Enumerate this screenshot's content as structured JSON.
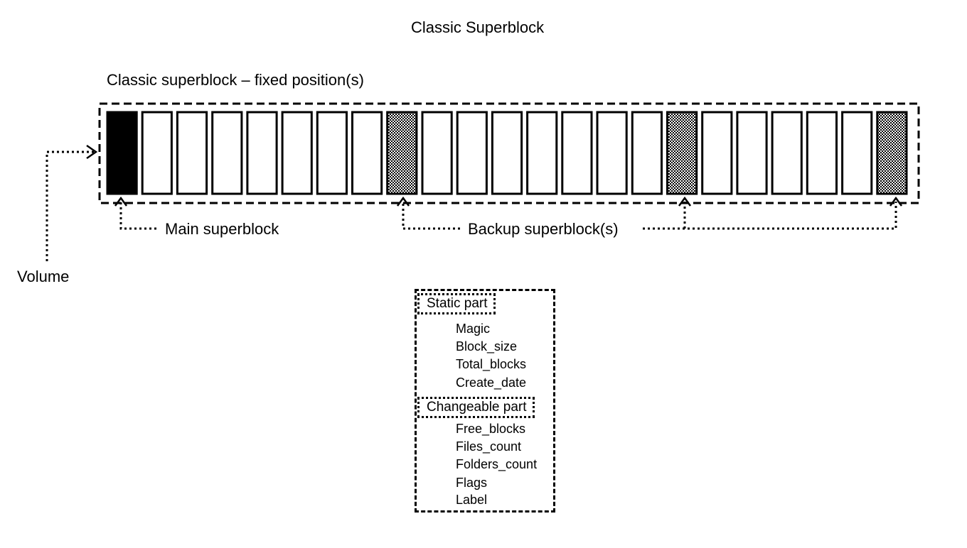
{
  "title": "Classic Superblock",
  "subtitle": "Classic superblock – fixed position(s)",
  "labels": {
    "volume": "Volume",
    "main_superblock": "Main superblock",
    "backup_superblocks": "Backup superblock(s)"
  },
  "volume_blocks": [
    "main",
    "empty",
    "empty",
    "empty",
    "empty",
    "empty",
    "empty",
    "empty",
    "backup",
    "empty",
    "empty",
    "empty",
    "empty",
    "empty",
    "empty",
    "empty",
    "backup",
    "empty",
    "empty",
    "empty",
    "empty",
    "empty",
    "backup"
  ],
  "superblock_structure": {
    "static_part": {
      "label": "Static part",
      "fields": [
        "Magic",
        "Block_size",
        "Total_blocks",
        "Create_date"
      ]
    },
    "changeable_part": {
      "label": "Changeable part",
      "fields": [
        "Free_blocks",
        "Files_count",
        "Folders_count",
        "Flags",
        "Label"
      ]
    }
  },
  "colors": {
    "main_block": "#000000",
    "backup_pattern": "dotted-hatch",
    "empty_block": "#ffffff"
  }
}
